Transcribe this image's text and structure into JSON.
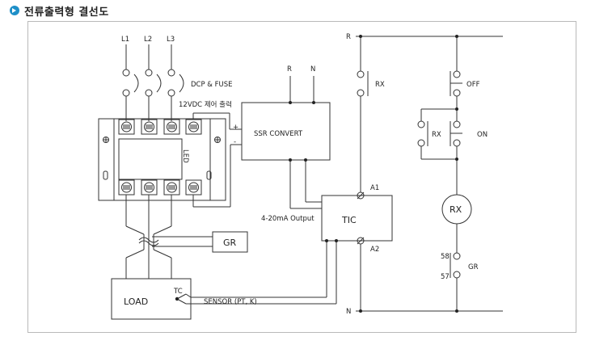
{
  "header": {
    "title": "전류출력형 결선도"
  },
  "labels": {
    "l1": "L1",
    "l2": "L2",
    "l3": "L3",
    "dcp_fuse": "DCP & FUSE",
    "control": "12VDC 제어 출력",
    "plus": "+",
    "minus": "-",
    "ssr_convert": "SSR CONVERT",
    "ssr_r": "R",
    "ssr_n": "N",
    "led": "LED",
    "gr_box": "GR",
    "load": "LOAD",
    "tc": "TC",
    "sensor": "SENSOR  (PT, K)",
    "output": "4-20mA Output",
    "tic": "TIC",
    "a1": "A1",
    "a2": "A2",
    "rail_r": "R",
    "rail_n": "N",
    "rx_contact": "RX",
    "rx_parallel": "RX",
    "off": "OFF",
    "on": "ON",
    "rx_coil": "RX",
    "c58": "58",
    "c57": "57",
    "gr_contact": "GR"
  }
}
